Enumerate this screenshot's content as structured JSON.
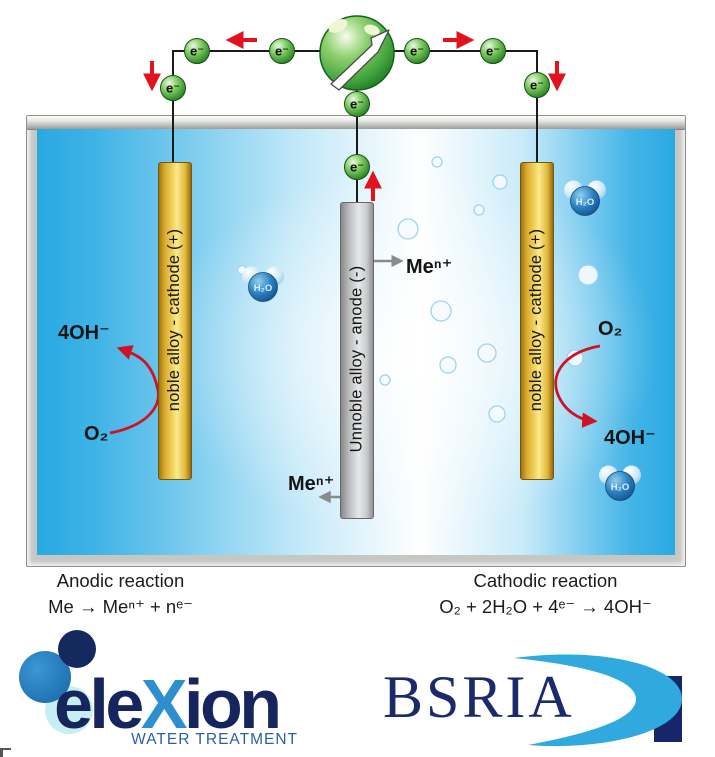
{
  "circuit": {
    "electron_label": "e⁻"
  },
  "electrodes": {
    "left_label": "noble alloy - cathode (+)",
    "middle_label": "Unnoble alloy - anode (-)",
    "right_label": "noble alloy - cathode (+)"
  },
  "annotations": {
    "hydroxide_left": "4OH⁻",
    "oxygen_left": "O₂",
    "oxygen_right": "O₂",
    "hydroxide_right": "4OH⁻",
    "metal_ion_upper": "Meⁿ⁺",
    "metal_ion_lower": "Meⁿ⁺",
    "water_label": "H₂O"
  },
  "reactions": {
    "anodic_title": "Anodic reaction",
    "anodic_formula": "Me → Meⁿ⁺ + nᵉ⁻",
    "cathodic_title": "Cathodic reaction",
    "cathodic_formula": "O₂ + 2H₂O + 4ᵉ⁻ → 4OH⁻"
  },
  "logos": {
    "elexion_part1": "ele",
    "elexion_x": "X",
    "elexion_part2": "ion",
    "elexion_tagline": "WATER TREATMENT",
    "bsria": "BSRIA"
  },
  "colors": {
    "water_edge": "#29a9e1",
    "arrow_red": "#e1131e",
    "electron_green": "#5cb84a",
    "gold_electrode": "#edc84f",
    "anode_gray": "#c9cacc",
    "elexion_navy": "#16265c",
    "elexion_blue": "#2e8fd0",
    "bsria_navy": "#1b2a6b",
    "bsria_swoosh": "#2fa9de"
  }
}
